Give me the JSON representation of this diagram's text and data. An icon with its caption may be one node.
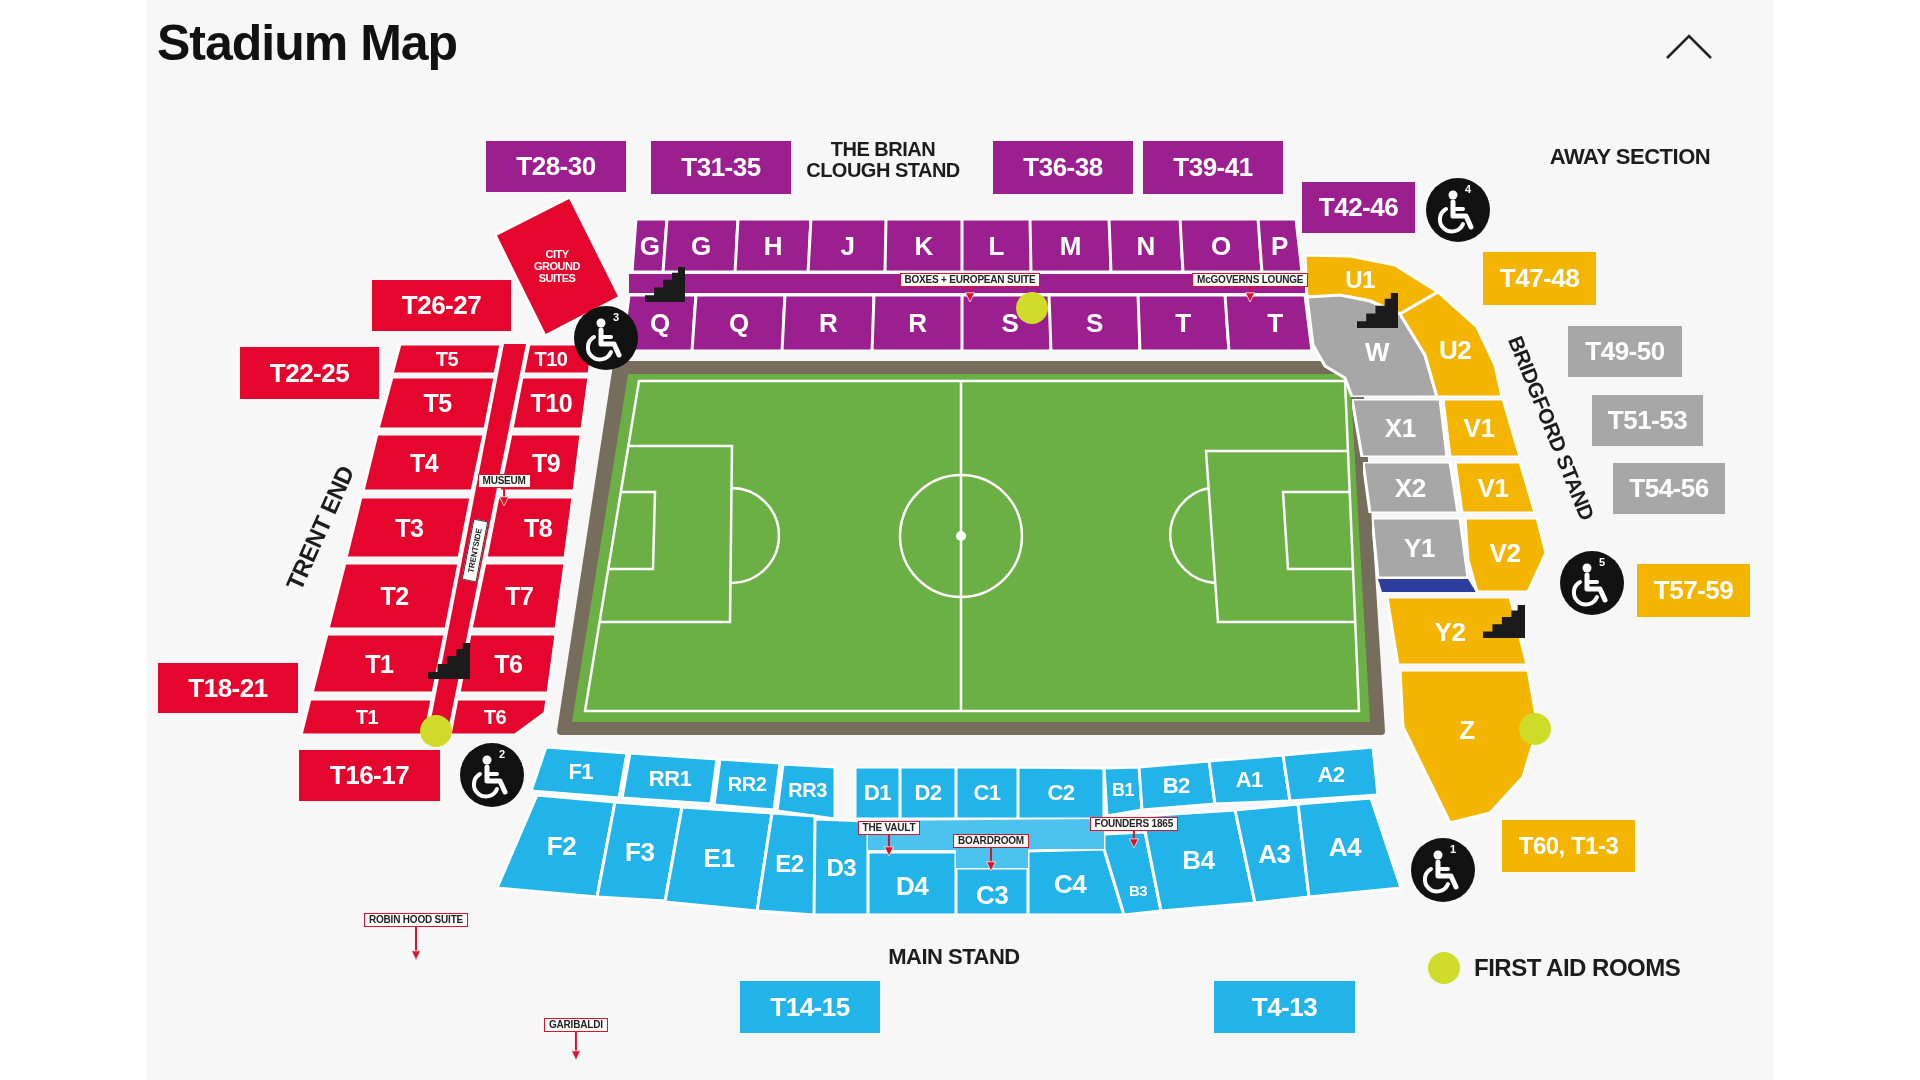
{
  "diagram": {
    "title": "Stadium Map",
    "nodes": [
      {
        "text": [
          "T28-30"
        ]
      },
      {
        "text": [
          "T31-35"
        ]
      },
      {
        "text": [
          "T36-38"
        ]
      },
      {
        "text": [
          "T39-41"
        ]
      },
      {
        "text": [
          "T42-46"
        ]
      },
      {
        "text": [
          "T47-48"
        ]
      },
      {
        "text": [
          "CITY GROUND SUITES"
        ]
      },
      {
        "text": [
          "G"
        ]
      },
      {
        "text": [
          "G"
        ]
      },
      {
        "text": [
          "H"
        ]
      },
      {
        "text": [
          "J"
        ]
      },
      {
        "text": [
          "K"
        ]
      },
      {
        "text": [
          "L"
        ]
      },
      {
        "text": [
          "M"
        ]
      },
      {
        "text": [
          "N"
        ]
      },
      {
        "text": [
          "O"
        ]
      },
      {
        "text": [
          "P"
        ]
      },
      {
        "text": [
          "BOXES + EUROPEAN SUITE"
        ]
      },
      {
        "text": [
          "McGOVERNS LOUNGE"
        ]
      },
      {
        "text": [
          "U1"
        ]
      },
      {
        "text": [
          "T26-27"
        ]
      },
      {
        "text": [
          "Q"
        ]
      },
      {
        "text": [
          "Q"
        ]
      },
      {
        "text": [
          "R"
        ]
      },
      {
        "text": [
          "R"
        ]
      },
      {
        "text": [
          "S"
        ]
      },
      {
        "text": [
          "S"
        ]
      },
      {
        "text": [
          "T"
        ]
      },
      {
        "text": [
          "T"
        ]
      },
      {
        "text": [
          "W"
        ]
      },
      {
        "text": [
          "U2"
        ]
      },
      {
        "text": [
          "T49-50"
        ]
      },
      {
        "text": [
          "T22-25"
        ]
      },
      {
        "text": [
          "T5"
        ]
      },
      {
        "text": [
          "T10"
        ]
      },
      {
        "text": [
          "T5"
        ]
      },
      {
        "text": [
          "T10"
        ]
      },
      {
        "text": [
          "T51-53"
        ]
      },
      {
        "text": [
          "X1"
        ]
      },
      {
        "text": [
          "V1"
        ]
      },
      {
        "text": [
          "T4"
        ]
      },
      {
        "text": [
          "T9"
        ]
      },
      {
        "text": [
          "MUSEUM"
        ]
      },
      {
        "text": [
          "T54-56"
        ]
      },
      {
        "text": [
          "X2"
        ]
      },
      {
        "text": [
          "V1"
        ]
      },
      {
        "text": [
          "T3"
        ]
      },
      {
        "text": [
          "T8"
        ]
      },
      {
        "text": [
          "TRENTSIDE"
        ]
      },
      {
        "text": [
          "Y1"
        ]
      },
      {
        "text": [
          "V2"
        ]
      },
      {
        "text": [
          "T57-59"
        ]
      },
      {
        "text": [
          "T2"
        ]
      },
      {
        "text": [
          "T7"
        ]
      },
      {
        "text": [
          "Y2"
        ]
      },
      {
        "text": [
          "T1"
        ]
      },
      {
        "text": [
          "T6"
        ]
      },
      {
        "text": [
          "T18-21"
        ]
      },
      {
        "text": [
          "T1"
        ]
      },
      {
        "text": [
          "T6"
        ]
      },
      {
        "text": [
          "Z"
        ]
      },
      {
        "text": [
          "T16-17"
        ]
      },
      {
        "text": [
          "F1"
        ]
      },
      {
        "text": [
          "RR1"
        ]
      },
      {
        "text": [
          "RR2"
        ]
      },
      {
        "text": [
          "RR3"
        ]
      },
      {
        "text": [
          "D1"
        ]
      },
      {
        "text": [
          "D2"
        ]
      },
      {
        "text": [
          "C1"
        ]
      },
      {
        "text": [
          "C2"
        ]
      },
      {
        "text": [
          "B1"
        ]
      },
      {
        "text": [
          "B2"
        ]
      },
      {
        "text": [
          "A1"
        ]
      },
      {
        "text": [
          "A2"
        ]
      },
      {
        "text": [
          "F2"
        ]
      },
      {
        "text": [
          "F3"
        ]
      },
      {
        "text": [
          "E1"
        ]
      },
      {
        "text": [
          "E2"
        ]
      },
      {
        "text": [
          "D3"
        ]
      },
      {
        "text": [
          "THE VAULT"
        ]
      },
      {
        "text": [
          "D4"
        ]
      },
      {
        "text": [
          "BOARDROOM"
        ]
      },
      {
        "text": [
          "C3"
        ]
      },
      {
        "text": [
          "C4"
        ]
      },
      {
        "text": [
          "FOUNDERS 1865"
        ]
      },
      {
        "text": [
          "B3"
        ]
      },
      {
        "text": [
          "B4"
        ]
      },
      {
        "text": [
          "A3"
        ]
      },
      {
        "text": [
          "A4"
        ]
      },
      {
        "text": [
          "T60, T1-3"
        ]
      },
      {
        "text": [
          "ROBIN HOOD SUITE"
        ]
      },
      {
        "text": [
          "T14-15"
        ]
      },
      {
        "text": [
          "T4-13"
        ]
      },
      {
        "text": [
          "GARIBALDI"
        ]
      }
    ],
    "edges": [
      {
        "from": 17,
        "to": 25,
        "arrow": "to"
      },
      {
        "from": 18,
        "to": 28,
        "arrow": "to"
      },
      {
        "from": 42,
        "to": 47,
        "arrow": "to"
      },
      {
        "from": 79,
        "to": 80,
        "arrow": "to"
      },
      {
        "from": 81,
        "to": 82,
        "arrow": "to"
      },
      {
        "from": 84,
        "to": 85,
        "arrow": "to"
      },
      {
        "from": 90,
        "to": null,
        "arrow": "to"
      },
      {
        "from": 93,
        "to": null,
        "arrow": "to"
      }
    ],
    "labels": [
      "THE BRIAN CLOUGH STAND",
      "AWAY SECTION",
      "4",
      "3",
      "BRIDGFORD STAND",
      "TRENT END",
      "5",
      "2",
      "1",
      "MAIN STAND"
    ],
    "legend": [
      {
        "text": "FIRST AID ROOMS",
        "color": "#cfdc2a"
      }
    ]
  }
}
